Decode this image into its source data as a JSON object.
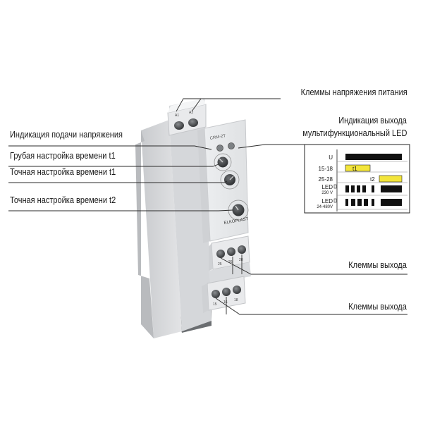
{
  "labels": {
    "supply_terminals": "Клеммы напряжения питания",
    "output_indication_line1": "Индикация выхода",
    "output_indication_line2": "мультифункциональный LED",
    "power_indication": "Индикация подачи напряжения",
    "coarse_t1": "Грубая настройка времени t1",
    "fine_t1": "Точная настройка времени t1",
    "fine_t2": "Точная настройка времени t2",
    "output_terminals_1": "Клеммы выхода",
    "output_terminals_2": "Клеммы выхода"
  },
  "device": {
    "model": "CRM-2T",
    "brand": "ELKOPLAST",
    "top_terminals": [
      "A1",
      "A2"
    ],
    "mid_terminals": [
      "25",
      "26",
      "28"
    ],
    "bottom_terminals": [
      "15",
      "16",
      "18"
    ],
    "body_color": "#e6e7e9",
    "panel_color": "#f1f2f3"
  },
  "timing": {
    "rows": [
      "U",
      "15-18",
      "25-28",
      "LED",
      "LED"
    ],
    "led1_sub": "230 V",
    "led2_sub": "24-480V",
    "t1": "t1",
    "t2": "t2",
    "highlight_color": "#f3e53a"
  }
}
